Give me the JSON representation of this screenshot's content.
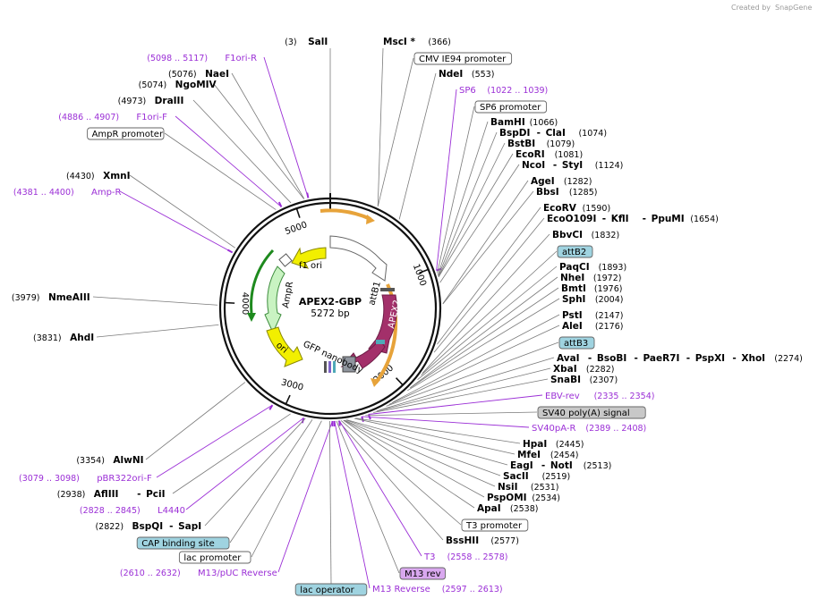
{
  "brand": {
    "prefix": "Created by",
    "name": "SnapGene"
  },
  "plasmid": {
    "name": "APEX2-GBP",
    "length": "5272 bp"
  },
  "ticks": [
    "1000",
    "2000",
    "3000",
    "4000",
    "5000"
  ],
  "inner_features": {
    "f1ori": "f1 ori",
    "ampr": "AmpR",
    "ori": "ori",
    "gfp": "GFP nanobody",
    "apex2": "APEX2",
    "attb1": "attB1"
  },
  "sites_top": [
    {
      "name": "SalI",
      "pos": "(3)"
    },
    {
      "name": "MscI *",
      "pos": "(366)"
    }
  ],
  "sites_right": [
    {
      "kind": "box",
      "name": "CMV IE94 promoter"
    },
    {
      "kind": "site",
      "names": [
        "NdeI"
      ],
      "pos": "(553)"
    },
    {
      "kind": "primer",
      "name": "SP6",
      "pos": "(1022 .. 1039)"
    },
    {
      "kind": "box",
      "name": "SP6 promoter"
    },
    {
      "kind": "site",
      "names": [
        "BamHI"
      ],
      "pos": "(1066)"
    },
    {
      "kind": "site",
      "names": [
        "BspDI",
        "ClaI"
      ],
      "pos": "(1074)"
    },
    {
      "kind": "site",
      "names": [
        "BstBI"
      ],
      "pos": "(1079)"
    },
    {
      "kind": "site",
      "names": [
        "EcoRI"
      ],
      "pos": "(1081)"
    },
    {
      "kind": "site",
      "names": [
        "NcoI",
        "StyI"
      ],
      "pos": "(1124)"
    },
    {
      "kind": "site",
      "names": [
        "AgeI"
      ],
      "pos": "(1282)"
    },
    {
      "kind": "site",
      "names": [
        "BbsI"
      ],
      "pos": "(1285)"
    },
    {
      "kind": "site",
      "names": [
        "EcoRV"
      ],
      "pos": "(1590)"
    },
    {
      "kind": "site",
      "names": [
        "EcoO109I",
        "KflI",
        "PpuMI"
      ],
      "pos": "(1654)"
    },
    {
      "kind": "site",
      "names": [
        "BbvCI"
      ],
      "pos": "(1832)"
    },
    {
      "kind": "boxblue",
      "name": "attB2"
    },
    {
      "kind": "site",
      "names": [
        "PaqCI"
      ],
      "pos": "(1893)"
    },
    {
      "kind": "site",
      "names": [
        "NheI"
      ],
      "pos": "(1972)"
    },
    {
      "kind": "site",
      "names": [
        "BmtI"
      ],
      "pos": "(1976)"
    },
    {
      "kind": "site",
      "names": [
        "SphI"
      ],
      "pos": "(2004)"
    },
    {
      "kind": "site",
      "names": [
        "PstI"
      ],
      "pos": "(2147)"
    },
    {
      "kind": "site",
      "names": [
        "AleI"
      ],
      "pos": "(2176)"
    },
    {
      "kind": "boxblue",
      "name": "attB3"
    },
    {
      "kind": "site",
      "names": [
        "AvaI",
        "BsoBI",
        "PaeR7I",
        "PspXI",
        "XhoI"
      ],
      "pos": "(2274)"
    },
    {
      "kind": "site",
      "names": [
        "XbaI"
      ],
      "pos": "(2282)"
    },
    {
      "kind": "site",
      "names": [
        "SnaBI"
      ],
      "pos": "(2307)"
    },
    {
      "kind": "primer",
      "name": "EBV-rev",
      "pos": "(2335 .. 2354)"
    },
    {
      "kind": "boxgray",
      "name": "SV40 poly(A) signal"
    },
    {
      "kind": "primer",
      "name": "SV40pA-R",
      "pos": "(2389 .. 2408)"
    },
    {
      "kind": "site",
      "names": [
        "HpaI"
      ],
      "pos": "(2445)"
    },
    {
      "kind": "site",
      "names": [
        "MfeI"
      ],
      "pos": "(2454)"
    },
    {
      "kind": "site",
      "names": [
        "EagI",
        "NotI"
      ],
      "pos": "(2513)"
    },
    {
      "kind": "site",
      "names": [
        "SacII"
      ],
      "pos": "(2519)"
    },
    {
      "kind": "site",
      "names": [
        "NsiI"
      ],
      "pos": "(2531)"
    },
    {
      "kind": "site",
      "names": [
        "PspOMI"
      ],
      "pos": "(2534)"
    },
    {
      "kind": "site",
      "names": [
        "ApaI"
      ],
      "pos": "(2538)"
    },
    {
      "kind": "box",
      "name": "T3 promoter"
    },
    {
      "kind": "site",
      "names": [
        "BssHII"
      ],
      "pos": "(2577)"
    },
    {
      "kind": "primer",
      "name": "T3",
      "pos": "(2558 .. 2578)"
    },
    {
      "kind": "boxpurple",
      "name": "M13 rev"
    },
    {
      "kind": "primer",
      "name": "M13 Reverse",
      "pos": "(2597 .. 2613)"
    }
  ],
  "sites_left": [
    {
      "kind": "primer",
      "name": "F1ori-R",
      "pos": "(5098 .. 5117)"
    },
    {
      "kind": "site",
      "names": [
        "NaeI"
      ],
      "pos": "(5076)"
    },
    {
      "kind": "site",
      "names": [
        "NgoMIV"
      ],
      "pos": "(5074)"
    },
    {
      "kind": "site",
      "names": [
        "DraIII"
      ],
      "pos": "(4973)"
    },
    {
      "kind": "primer",
      "name": "F1ori-F",
      "pos": "(4886 .. 4907)"
    },
    {
      "kind": "box",
      "name": "AmpR promoter"
    },
    {
      "kind": "site",
      "names": [
        "XmnI"
      ],
      "pos": "(4430)"
    },
    {
      "kind": "primer",
      "name": "Amp-R",
      "pos": "(4381 .. 4400)"
    },
    {
      "kind": "site",
      "names": [
        "NmeAIII"
      ],
      "pos": "(3979)"
    },
    {
      "kind": "site",
      "names": [
        "AhdI"
      ],
      "pos": "(3831)"
    },
    {
      "kind": "site",
      "names": [
        "AlwNI"
      ],
      "pos": "(3354)"
    },
    {
      "kind": "primer",
      "name": "pBR322ori-F",
      "pos": "(3079 .. 3098)"
    },
    {
      "kind": "site",
      "names": [
        "AflIII",
        "PciI"
      ],
      "pos": "(2938)"
    },
    {
      "kind": "primer",
      "name": "L4440",
      "pos": "(2828 .. 2845)"
    },
    {
      "kind": "site",
      "names": [
        "BspQI",
        "SapI"
      ],
      "pos": "(2822)"
    },
    {
      "kind": "boxblue",
      "name": "CAP binding site"
    },
    {
      "kind": "box",
      "name": "lac promoter"
    },
    {
      "kind": "primer",
      "name": "M13/pUC Reverse",
      "pos": "(2610 .. 2632)"
    },
    {
      "kind": "boxblue",
      "name": "lac operator"
    }
  ],
  "colors": {
    "primer": "#9b2fd6",
    "apex2": "#a3306a",
    "yellow": "#f2ef00",
    "green": "#1e8a1e",
    "orange": "#e7a33a",
    "blue_box": "#9fd3e0",
    "gray_box": "#c8c8c8",
    "purple_box": "#d9a8ef"
  }
}
